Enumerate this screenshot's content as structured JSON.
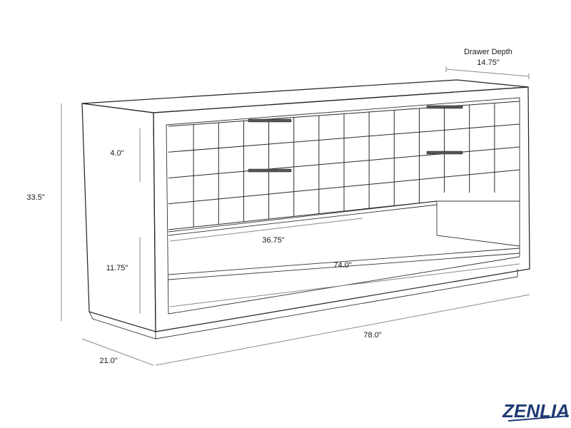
{
  "dimensions": {
    "drawer_depth_label": "Drawer Depth",
    "drawer_depth_value": "14.75\"",
    "height": "33.5\"",
    "drawer_height": "4.0\"",
    "shelf_height": "11.75\"",
    "drawer_width": "36.75\"",
    "inner_width": "74.0\"",
    "overall_width": "78.0\"",
    "depth": "21.0\""
  },
  "brand": {
    "logo_text": "ZENLIA",
    "color": "#1f3b73"
  }
}
